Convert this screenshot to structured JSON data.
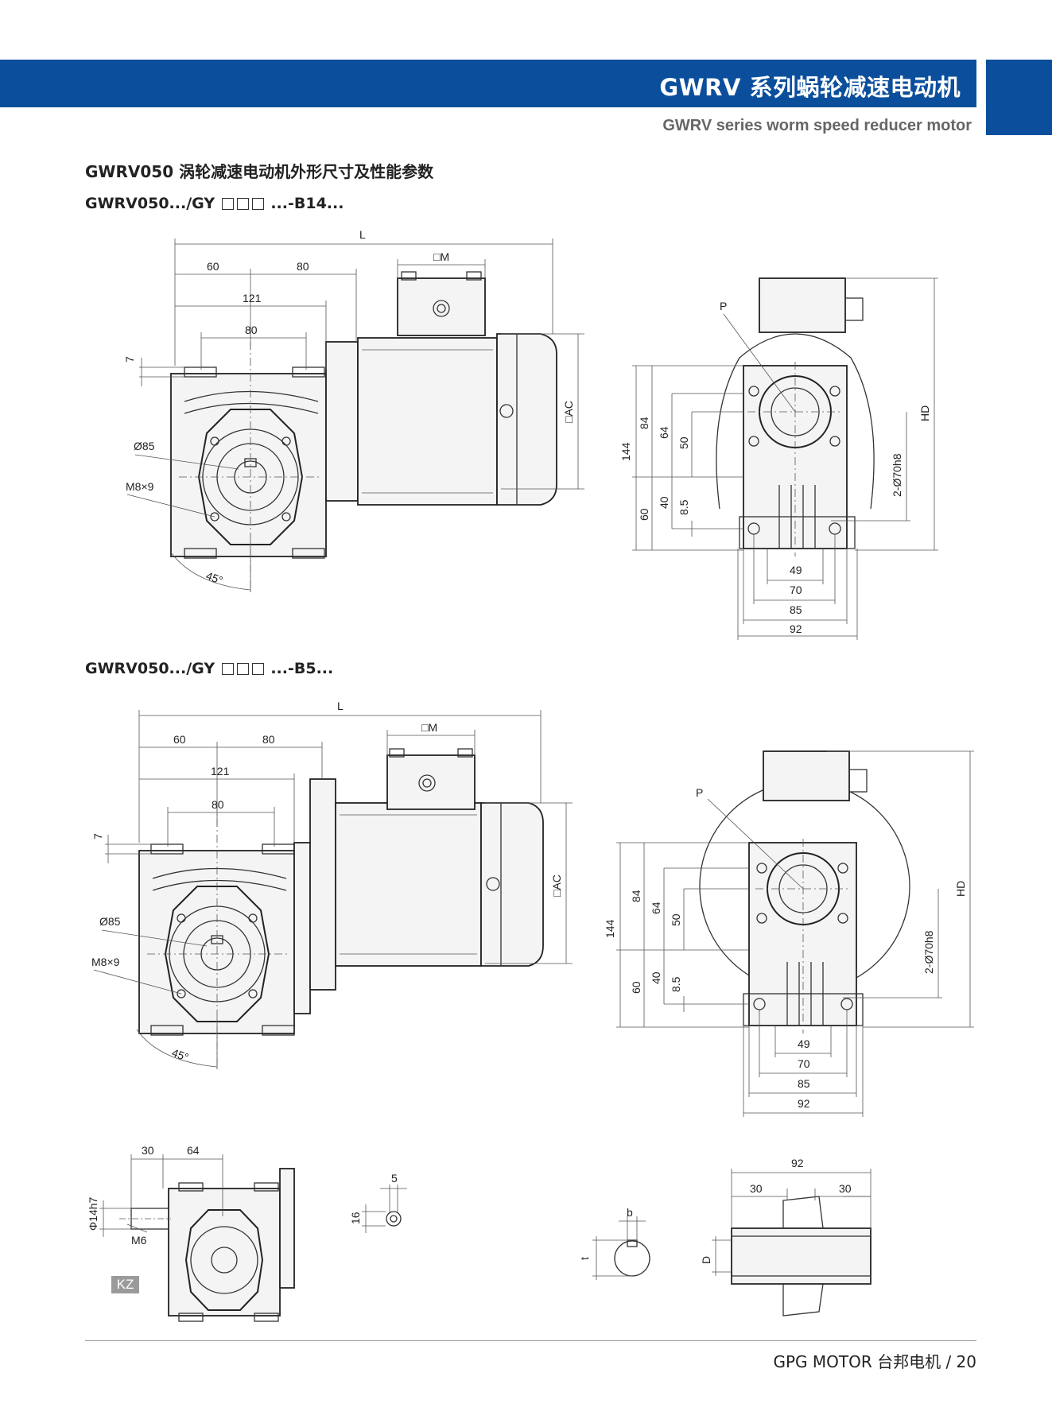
{
  "header": {
    "title": "GWRV 系列蜗轮减速电动机",
    "subtitle": "GWRV series worm speed reducer motor"
  },
  "section": {
    "title": "GWRV050 涡轮减速电动机外形尺寸及性能参数",
    "b14_prefix": "GWRV050.../GY",
    "b14_suffix": "...-B14...",
    "b5_prefix": "GWRV050.../GY",
    "b5_suffix": "...-B5..."
  },
  "dims_b14": {
    "L": "L",
    "M": "□M",
    "AC": "□AC",
    "HD": "HD",
    "P": "P",
    "d60": "60",
    "d80": "80",
    "d121": "121",
    "d80b": "80",
    "d7": "7",
    "phi85": "Ø85",
    "m8": "M8×9",
    "ang": "45°",
    "d144": "144",
    "d84": "84",
    "d64": "64",
    "d50": "50",
    "d60v": "60",
    "d40": "40",
    "d85v": "8.5",
    "d70h8": "2-Ø70h8",
    "d49": "49",
    "d70": "70",
    "d85": "85",
    "d92": "92"
  },
  "dims_b5": {
    "L": "L",
    "M": "□M",
    "AC": "□AC",
    "HD": "HD",
    "P": "P",
    "d60": "60",
    "d80": "80",
    "d121": "121",
    "d80b": "80",
    "d7": "7",
    "phi85": "Ø85",
    "m8": "M8×9",
    "ang": "45°",
    "d144": "144",
    "d84": "84",
    "d64": "64",
    "d50": "50",
    "d60v": "60",
    "d40": "40",
    "d85v": "8.5",
    "d70h8": "2-Ø70h8",
    "d49": "49",
    "d70": "70",
    "d85": "85",
    "d92": "92"
  },
  "dims_kz": {
    "d30": "30",
    "d64": "64",
    "phi14": "Φ14h7",
    "m6": "M6",
    "kz": "KZ",
    "d5": "5",
    "d16": "16"
  },
  "dims_key": {
    "b": "b",
    "t": "t"
  },
  "dims_shaft": {
    "d92": "92",
    "d30a": "30",
    "d30b": "30",
    "D": "D"
  },
  "footer": {
    "text": "GPG MOTOR 台邦电机  /  20"
  }
}
